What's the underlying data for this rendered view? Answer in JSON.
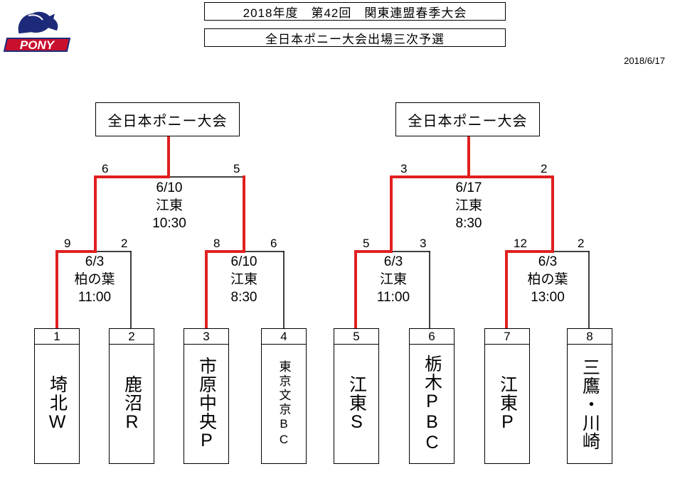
{
  "header": {
    "title1": "2018年度　第42回　関東連盟春季大会",
    "title2": "全日本ポニー大会出場三次予選",
    "date": "2018/6/17",
    "logo_text": "PONY"
  },
  "colors": {
    "winner_line": "#e02020",
    "line": "#000000"
  },
  "brackets": [
    {
      "final_label": "全日本ポニー大会",
      "semifinal": {
        "date": "6/10",
        "venue": "江東",
        "time": "10:30",
        "score_left": "6",
        "score_right": "5"
      },
      "matches": [
        {
          "date": "6/3",
          "venue": "柏の葉",
          "time": "11:00",
          "score_left": "9",
          "score_right": "2"
        },
        {
          "date": "6/10",
          "venue": "江東",
          "time": "8:30",
          "score_left": "8",
          "score_right": "6"
        }
      ]
    },
    {
      "final_label": "全日本ポニー大会",
      "semifinal": {
        "date": "6/17",
        "venue": "江東",
        "time": "8:30",
        "score_left": "3",
        "score_right": "2"
      },
      "matches": [
        {
          "date": "6/3",
          "venue": "江東",
          "time": "11:00",
          "score_left": "5",
          "score_right": "3"
        },
        {
          "date": "6/3",
          "venue": "柏の葉",
          "time": "13:00",
          "score_left": "12",
          "score_right": "2"
        }
      ]
    }
  ],
  "teams": [
    {
      "num": "1",
      "name": "埼北W"
    },
    {
      "num": "2",
      "name": "鹿沼R"
    },
    {
      "num": "3",
      "name": "市原中央P"
    },
    {
      "num": "4",
      "name": "東京文京BC"
    },
    {
      "num": "5",
      "name": "江東S"
    },
    {
      "num": "6",
      "name": "栃木PBC"
    },
    {
      "num": "7",
      "name": "江東P"
    },
    {
      "num": "8",
      "name": "三鷹・川崎"
    }
  ]
}
